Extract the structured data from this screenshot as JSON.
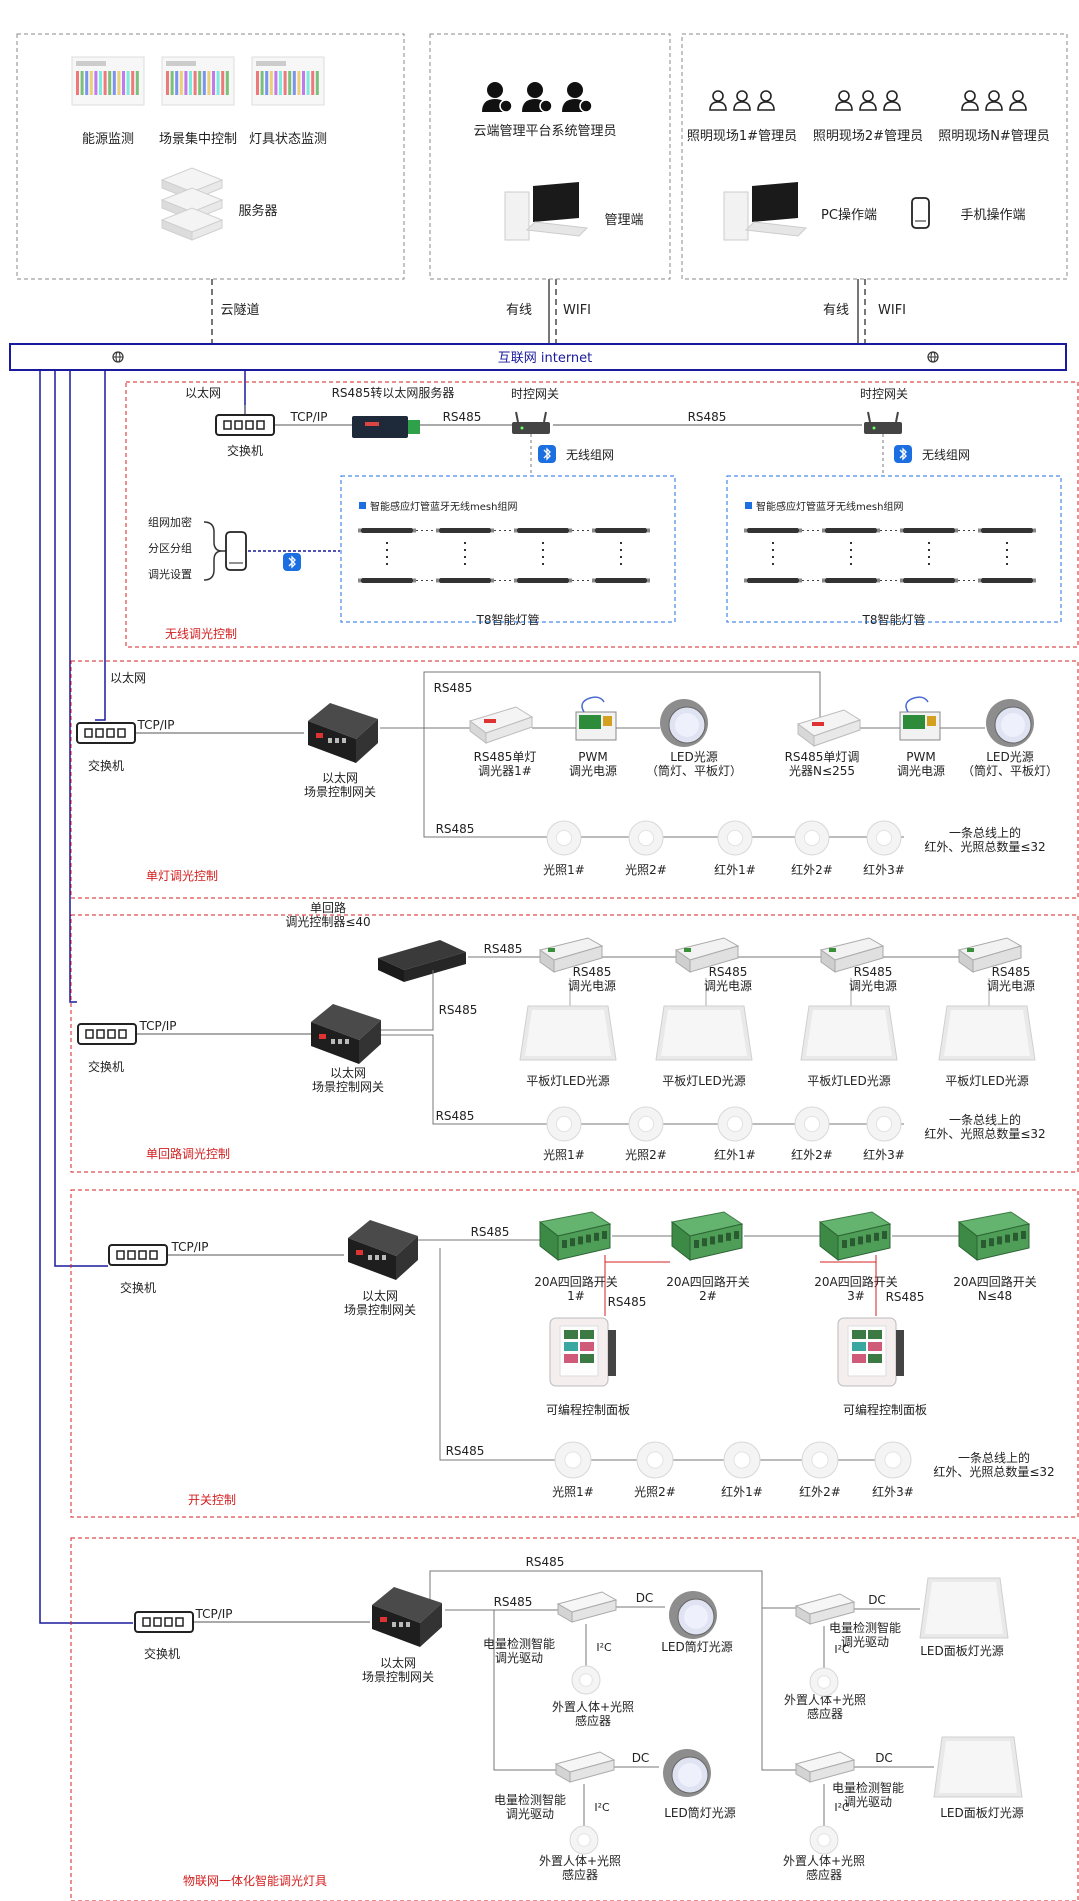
{
  "top": {
    "cloud_items": [
      "能源监测",
      "场景集中控制",
      "灯具状态监测"
    ],
    "server_label": "服务器",
    "admin_title": "云端管理平台系统管理员",
    "admin_terminal": "管理端",
    "site_admins": [
      "照明现场1#管理员",
      "照明现场2#管理员",
      "照明现场N#管理员"
    ],
    "pc_label": "PC操作端",
    "mobile_label": "手机操作端",
    "link_tunnel": "云隧道",
    "link_wired": "有线",
    "link_wifi": "WIFI"
  },
  "internet": {
    "label": "互联网  internet"
  },
  "common": {
    "switch": "交换机",
    "ethernet": "以太网",
    "tcpip": "TCP/IP",
    "rs485": "RS485",
    "gateway": "以太网\n场景控制网关",
    "light1": "光照1#",
    "light2": "光照2#",
    "ir1": "红外1#",
    "ir2": "红外2#",
    "ir3": "红外3#",
    "bus_note": "一条总线上的\n红外、光照总数量≤32"
  },
  "s1": {
    "title": "无线调光控制",
    "rs485_server": "RS485转以太网服务器",
    "timer_gw": "时控网关",
    "wireless_net": "无线组网",
    "mesh_label": "智能感应灯管蓝牙无线mesh组网",
    "t8": "T8智能灯管",
    "phone_menu": [
      "组网加密",
      "分区分组",
      "调光设置"
    ]
  },
  "s2": {
    "title": "单灯调光控制",
    "dimmer1": "RS485单灯\n调光器1#",
    "dimmerN": "RS485单灯调\n光器N≤255",
    "pwm": "PWM\n调光电源",
    "led": "LED光源\n（筒灯、平板灯）"
  },
  "s3": {
    "title": "单回路调光控制",
    "controller": "单回路\n调光控制器≤40",
    "psu": "RS485\n调光电源",
    "panel": "平板灯LED光源"
  },
  "s4": {
    "title": "开关控制",
    "sw_labels": [
      "20A四回路开关\n1#",
      "20A四回路开关\n2#",
      "20A四回路开关\n3#",
      "20A四回路开关\nN≤48"
    ],
    "prog_panel": "可编程控制面板"
  },
  "s5": {
    "title": "物联网一体化智能调光灯具",
    "dc": "DC",
    "i2c": "I²C",
    "driver": "电量检测智能\n调光驱动",
    "sensor": "外置人体+光照\n感应器",
    "led_down": "LED筒灯光源",
    "led_panel": "LED面板灯光源"
  },
  "colors": {
    "red": "#d42020",
    "blue": "#1a1a9e",
    "grid": "#777777",
    "ble": "#1c6fe0"
  }
}
